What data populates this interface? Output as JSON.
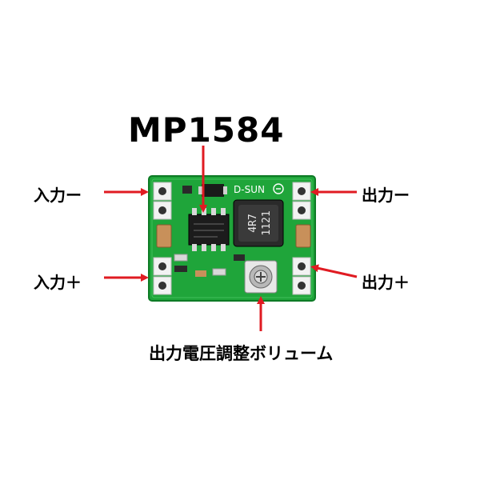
{
  "title": "MP1584",
  "labels": {
    "input_negative": "入力ー",
    "input_positive": "入力＋",
    "output_negative": "出力ー",
    "output_positive": "出力＋",
    "voltage_adjust": "出力電圧調整ボリューム"
  },
  "board": {
    "brand": "D-SUN",
    "inductor_code_line1": "4R7",
    "inductor_code_line2": "1121",
    "pcb_color": "#1fa53a",
    "arrow_color": "#e01b22"
  }
}
